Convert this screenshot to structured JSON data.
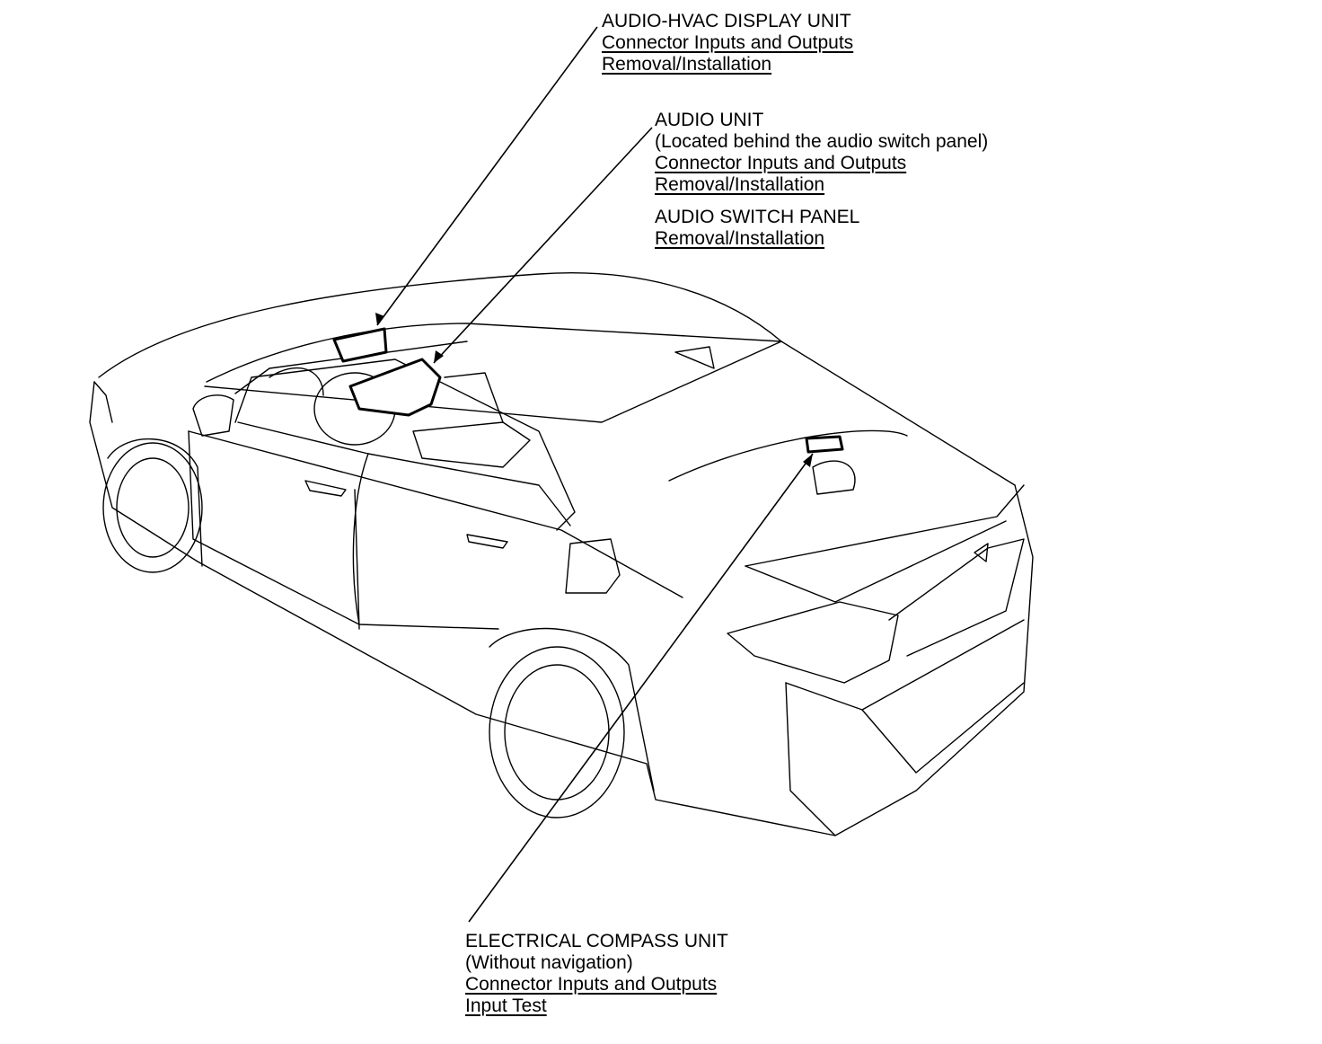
{
  "callouts": {
    "hvac_display": {
      "title": "AUDIO-HVAC DISPLAY UNIT",
      "link1": "Connector Inputs and Outputs",
      "link2": "Removal/Installation"
    },
    "audio_unit": {
      "title": "AUDIO UNIT",
      "note": "(Located behind the audio switch panel)",
      "link1": "Connector Inputs and Outputs",
      "link2": "Removal/Installation"
    },
    "audio_switch_panel": {
      "title": "AUDIO SWITCH PANEL",
      "link1": "Removal/Installation"
    },
    "compass_unit": {
      "title": "ELECTRICAL COMPASS UNIT",
      "note": "(Without navigation)",
      "link1": "Connector Inputs and Outputs",
      "link2": "Input Test"
    }
  },
  "colors": {
    "line": "#000000",
    "background": "#ffffff"
  }
}
